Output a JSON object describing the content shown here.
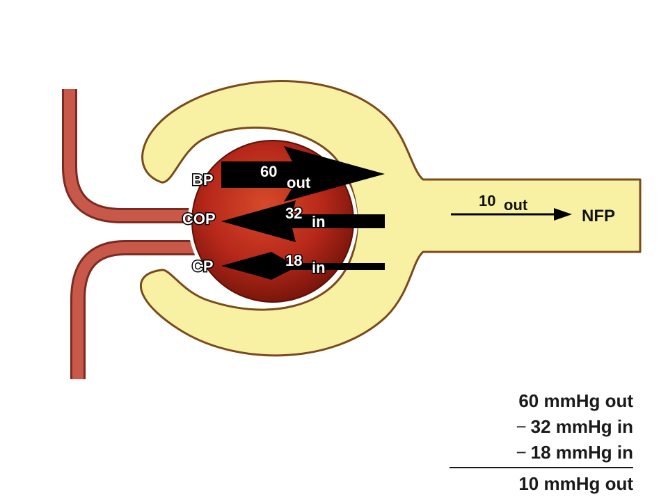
{
  "labels": {
    "bp": "BP",
    "cop": "COP",
    "cp": "CP",
    "bp_value": "60",
    "bp_dir": "out",
    "cop_value": "32",
    "cop_dir": "in",
    "cp_value": "18",
    "cp_dir": "in",
    "nfp_value": "10",
    "nfp_dir": "out",
    "nfp": "NFP"
  },
  "calculation": {
    "line1": "60 mmHg out",
    "line2_op": "−",
    "line2": "32 mmHg in",
    "line3_op": "−",
    "line3": "18 mmHg in",
    "result": "10 mmHg out"
  },
  "colors": {
    "capsule_fill": "#f8f1a4",
    "capsule_stroke": "#7a4a1a",
    "glomerulus": "#b7281a",
    "vessel": "#c8584a",
    "arrow": "#000000"
  }
}
